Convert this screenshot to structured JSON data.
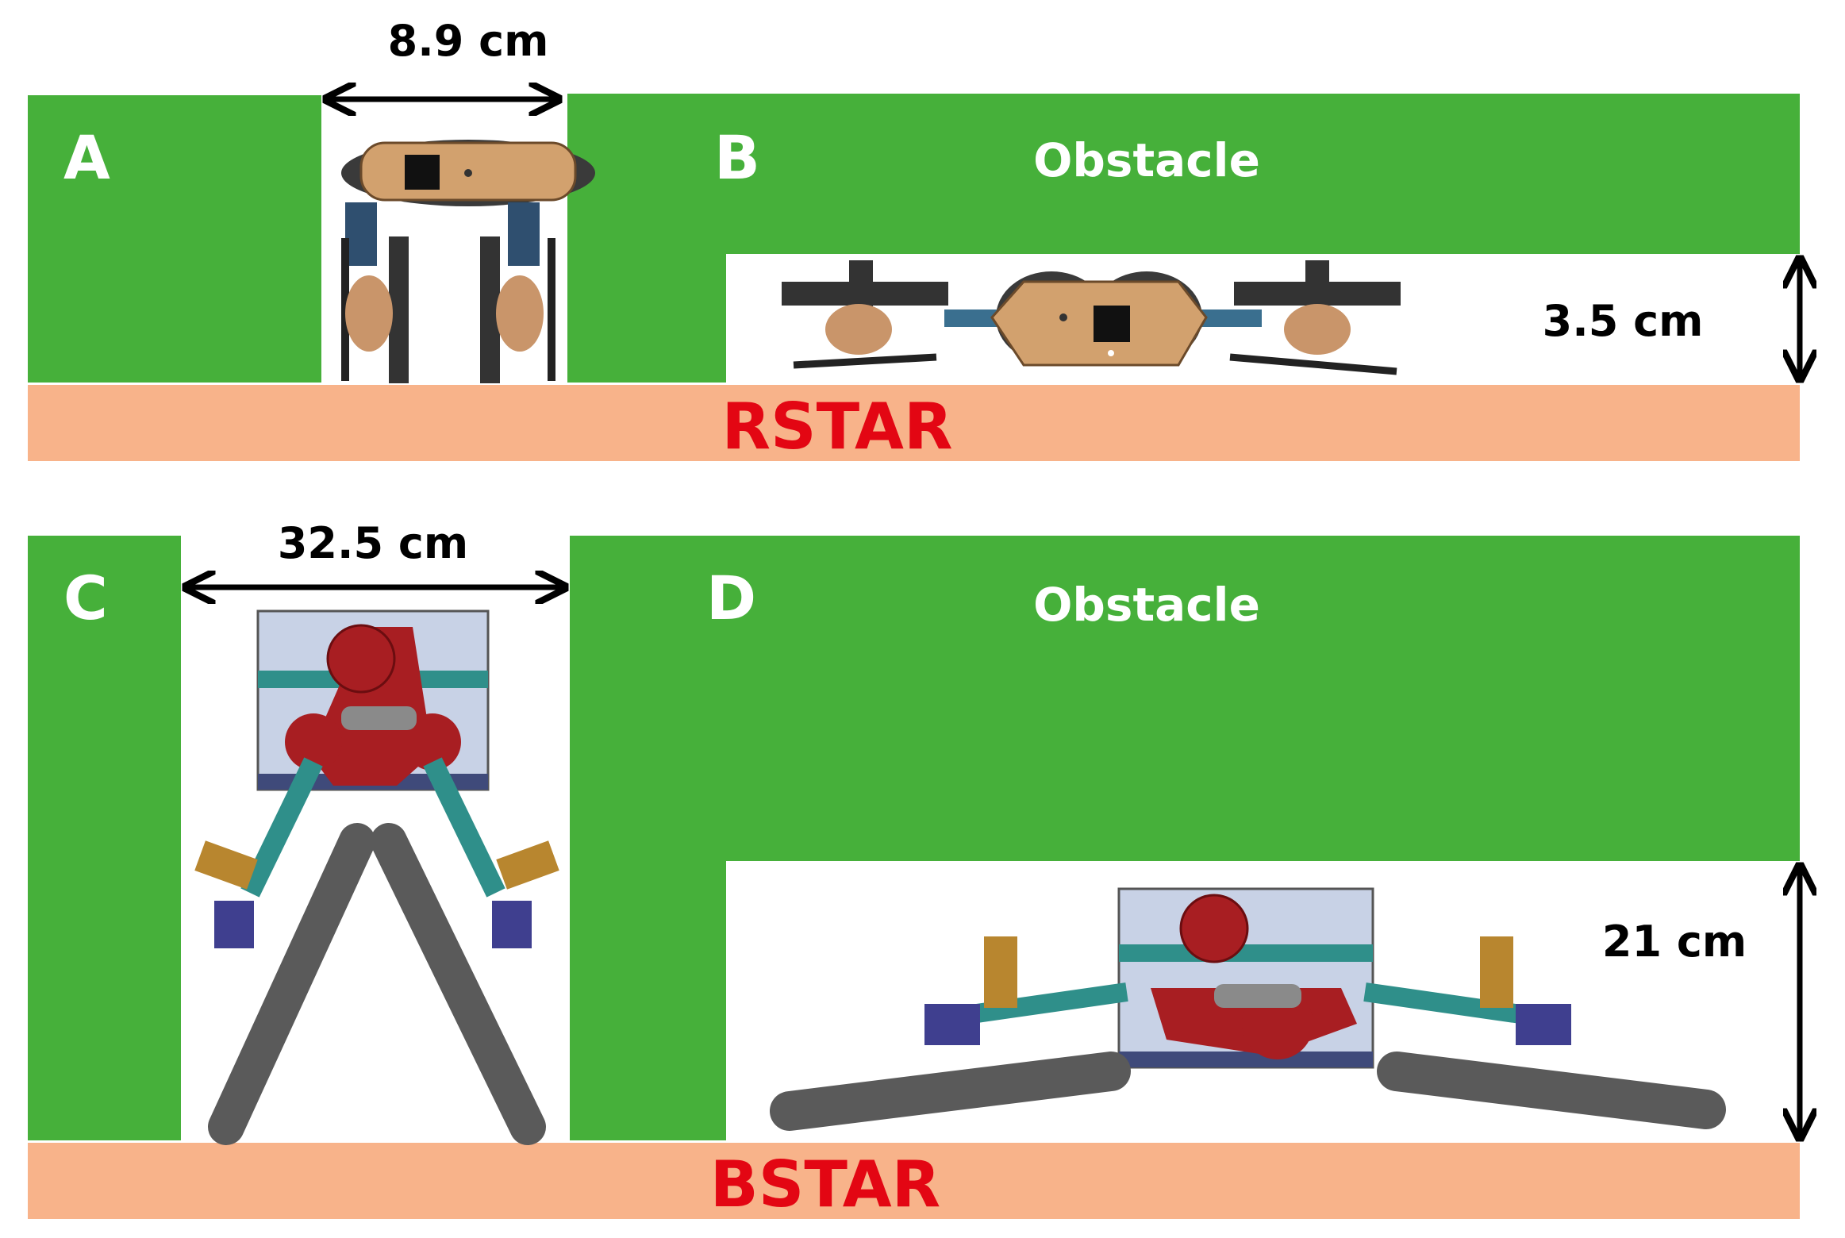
{
  "panels": {
    "a": {
      "letter": "A"
    },
    "b": {
      "letter": "B",
      "obstacle_label": "Obstacle",
      "gap_label": "3.5 cm"
    },
    "c": {
      "letter": "C",
      "width_label": "32.5 cm"
    },
    "d": {
      "letter": "D",
      "obstacle_label": "Obstacle",
      "gap_label": "21 cm"
    }
  },
  "top": {
    "width_label": "8.9 cm",
    "ground_label": "RSTAR"
  },
  "bottom": {
    "ground_label": "BSTAR"
  },
  "colors": {
    "obstacle": "#46B03A",
    "ground": "#F8B38A",
    "ground_text": "#E30613",
    "panel_text": "#ffffff",
    "dimension": "#000000"
  }
}
